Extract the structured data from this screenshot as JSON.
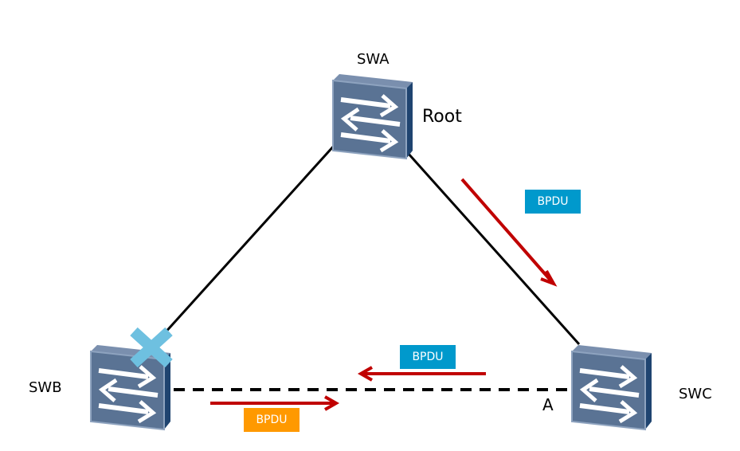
{
  "nodes": {
    "swa": {
      "name": "SWA",
      "role": "Root"
    },
    "swb": {
      "name": "SWB"
    },
    "swc": {
      "name": "SWC",
      "port_label": "A"
    }
  },
  "links": [
    {
      "from": "SWA",
      "to": "SWB",
      "style": "solid",
      "blocked_at": "SWB"
    },
    {
      "from": "SWA",
      "to": "SWC",
      "style": "solid"
    },
    {
      "from": "SWB",
      "to": "SWC",
      "style": "dashed"
    }
  ],
  "messages": {
    "swa_to_swc": {
      "label": "BPDU",
      "color": "#0099cc"
    },
    "swc_to_swb": {
      "label": "BPDU",
      "color": "#0099cc"
    },
    "swb_to_swc": {
      "label": "BPDU",
      "color": "#ff9900"
    }
  },
  "colors": {
    "arrow": "#c00000",
    "blocked_mark": "#6ec0e0",
    "switch_face": "#5a7394",
    "switch_side": "#1f4470"
  }
}
